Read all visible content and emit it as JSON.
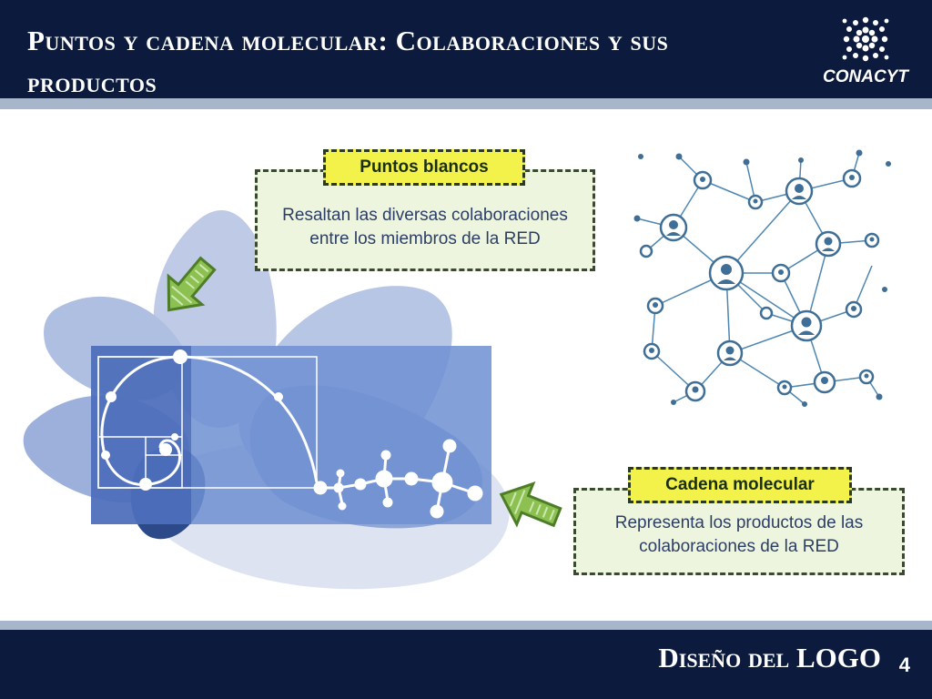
{
  "header": {
    "title": "Puntos y cadena molecular: Colaboraciones y sus productos",
    "logo_text": "CONACYT"
  },
  "callouts": {
    "puntos": {
      "tag": "Puntos blancos",
      "text": "Resaltan las diversas colaboraciones entre los miembros de la RED"
    },
    "cadena": {
      "tag": "Cadena molecular",
      "text": "Representa los productos de las colaboraciones de la RED"
    }
  },
  "footer": {
    "title": "Diseño del LOGO",
    "page_number": "4"
  },
  "colors": {
    "navy": "#0b1a3d",
    "strip": "#a8b6cc",
    "callout_bg": "#eef5df",
    "tag_bg": "#f3f24a",
    "arrow_green": "#7fb640",
    "network": "#3f6f96"
  },
  "icons": [
    "conacyt-logo-icon",
    "green-arrow-icon",
    "network-diagram-icon",
    "fibonacci-spiral-icon"
  ]
}
